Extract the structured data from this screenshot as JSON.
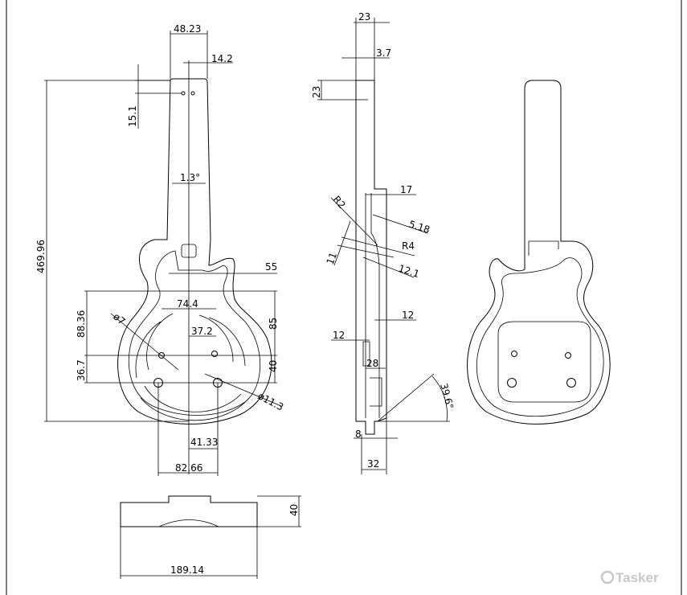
{
  "drawing": {
    "front_view": {
      "dimensions": {
        "top_width": "48.23",
        "hole_offset": "14.2",
        "hole_depth": "15.1",
        "overall_length": "469.96",
        "neck_angle": "1.3°",
        "neck_join": "55",
        "pot_span": "74.4",
        "pot_half": "37.2",
        "pot_dia": "ø7",
        "upper_height": "88.36",
        "lower_gap": "36.7",
        "right_height": "85",
        "right_gap": "40",
        "large_dia": "ø11.3",
        "half_span": "41.33",
        "span": "82.66"
      }
    },
    "side_view": {
      "dimensions": {
        "headstock_width": "23",
        "headstock_step": "3.7",
        "headstock_height": "23",
        "neck_depth": "17",
        "radius_small": "R2",
        "offset": "5.18",
        "radius_large": "R4",
        "rise": "11",
        "bridge": "12.1",
        "body_step": "12",
        "body_step_left": "12",
        "cavity": "28",
        "angle": "39.6°",
        "heel": "8",
        "base": "32"
      }
    },
    "bottom_view": {
      "dimensions": {
        "height": "40",
        "width": "189.14"
      }
    },
    "watermark": "Tasker"
  }
}
